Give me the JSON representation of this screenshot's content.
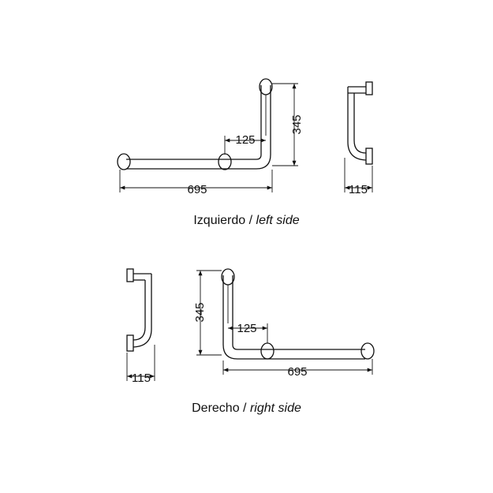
{
  "left_variant": {
    "caption_es": "Izquierdo",
    "caption_sep": " / ",
    "caption_en": "left side",
    "dims": {
      "width": "695",
      "height": "345",
      "offset": "125",
      "depth": "115"
    }
  },
  "right_variant": {
    "caption_es": "Derecho",
    "caption_sep": " / ",
    "caption_en": "right side",
    "dims": {
      "width": "695",
      "height": "345",
      "offset": "125",
      "depth": "115"
    }
  },
  "colors": {
    "line": "#111111",
    "background": "#ffffff"
  }
}
